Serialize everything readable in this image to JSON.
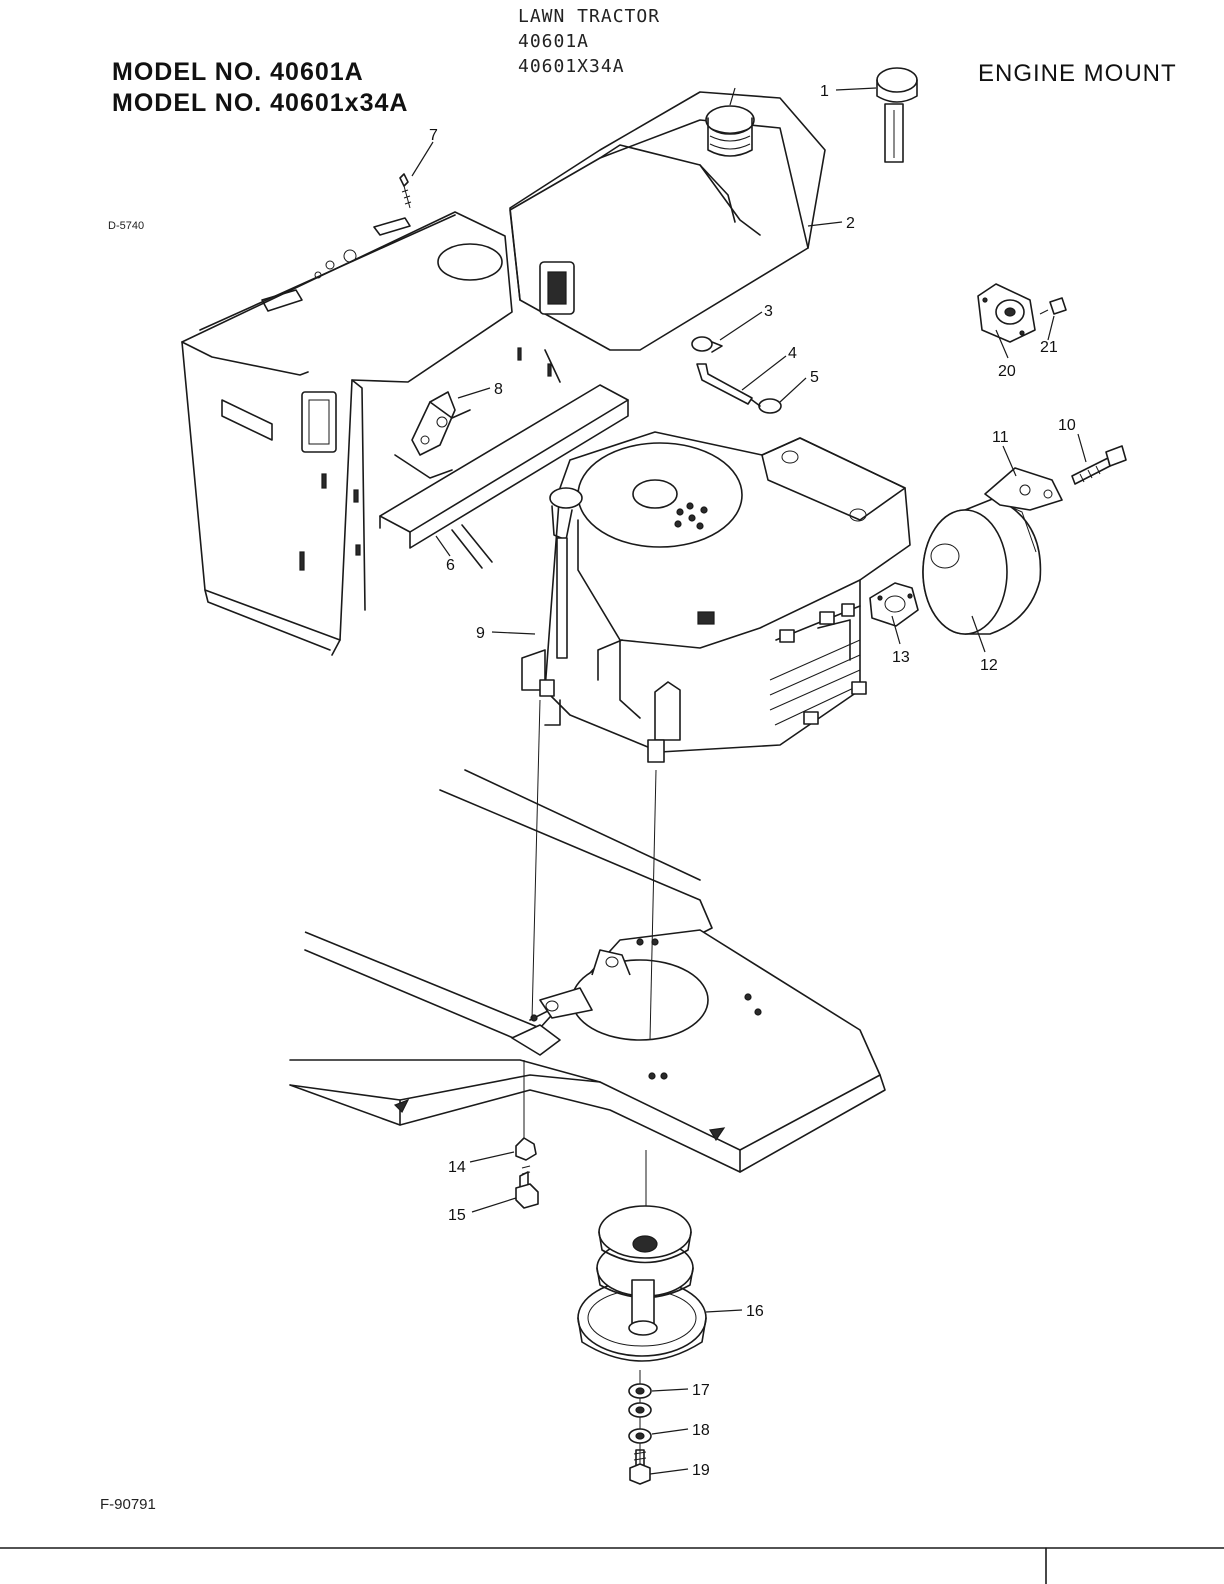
{
  "header": {
    "product_line1": "LAWN TRACTOR",
    "product_line2": "40601A",
    "product_line3": "40601X34A",
    "model_line1": "MODEL NO. 40601A",
    "model_line2": "MODEL NO. 40601x34A",
    "section_title": "ENGINE MOUNT"
  },
  "codes": {
    "diagram_code": "D-5740",
    "figure_code": "F-90791"
  },
  "callouts": [
    "1",
    "2",
    "3",
    "4",
    "5",
    "6",
    "7",
    "8",
    "9",
    "10",
    "11",
    "12",
    "13",
    "14",
    "15",
    "16",
    "17",
    "18",
    "19",
    "20",
    "21"
  ]
}
